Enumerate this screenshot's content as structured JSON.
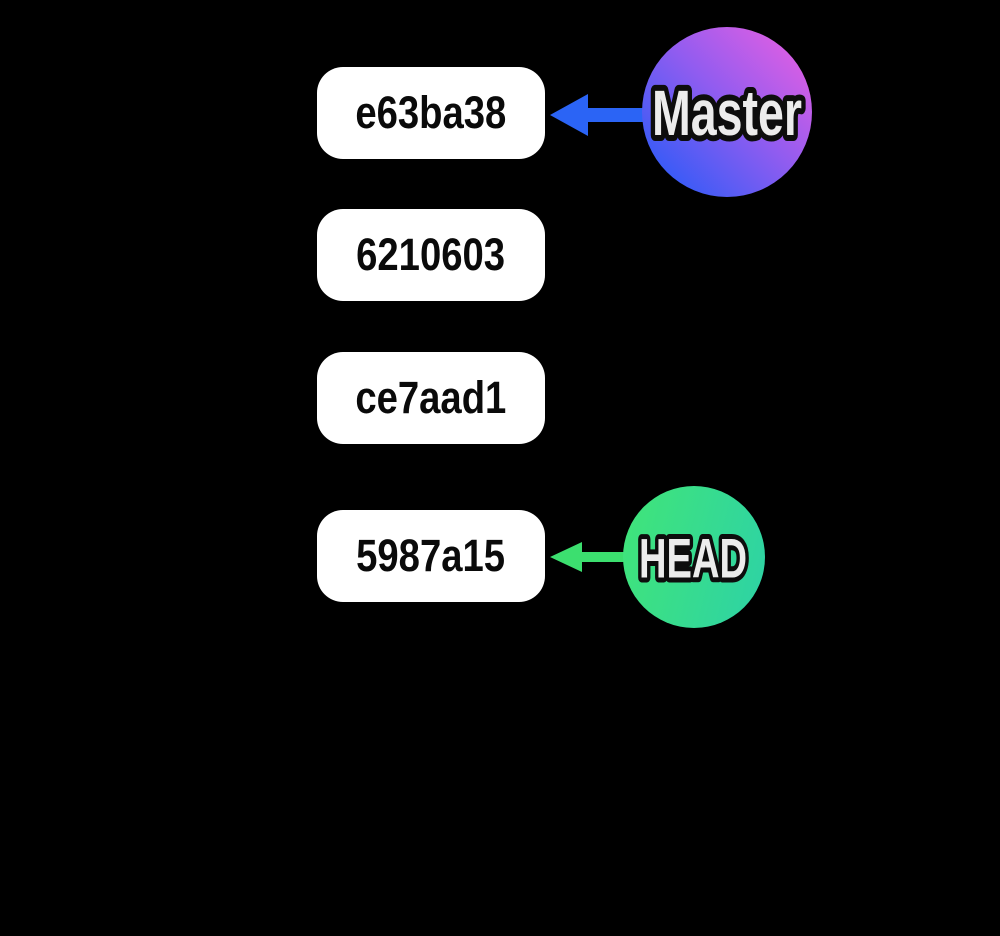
{
  "diagram": {
    "kind": "git-commit-history",
    "background_color": "#000000",
    "commits": [
      {
        "id": "e63ba38"
      },
      {
        "id": "6210603"
      },
      {
        "id": "ce7aad1"
      },
      {
        "id": "5987a15"
      }
    ],
    "commit_box": {
      "fill_color": "#ffffff",
      "text_color": "#0a0a0a"
    },
    "refs": [
      {
        "label": "Master",
        "points_to": "e63ba38",
        "badge_gradient": [
          "#2d5bf7",
          "#8f5cf0",
          "#e75fe2"
        ],
        "arrow_color": "#2b64f5",
        "text_color": "#ececec",
        "text_outline_color": "#0d0d0d"
      },
      {
        "label": "HEAD",
        "points_to": "5987a15",
        "badge_gradient": [
          "#40e47a",
          "#2ed3a4"
        ],
        "arrow_color": "#3cdf6f",
        "text_color": "#ececec",
        "text_outline_color": "#0d0d0d"
      }
    ]
  }
}
